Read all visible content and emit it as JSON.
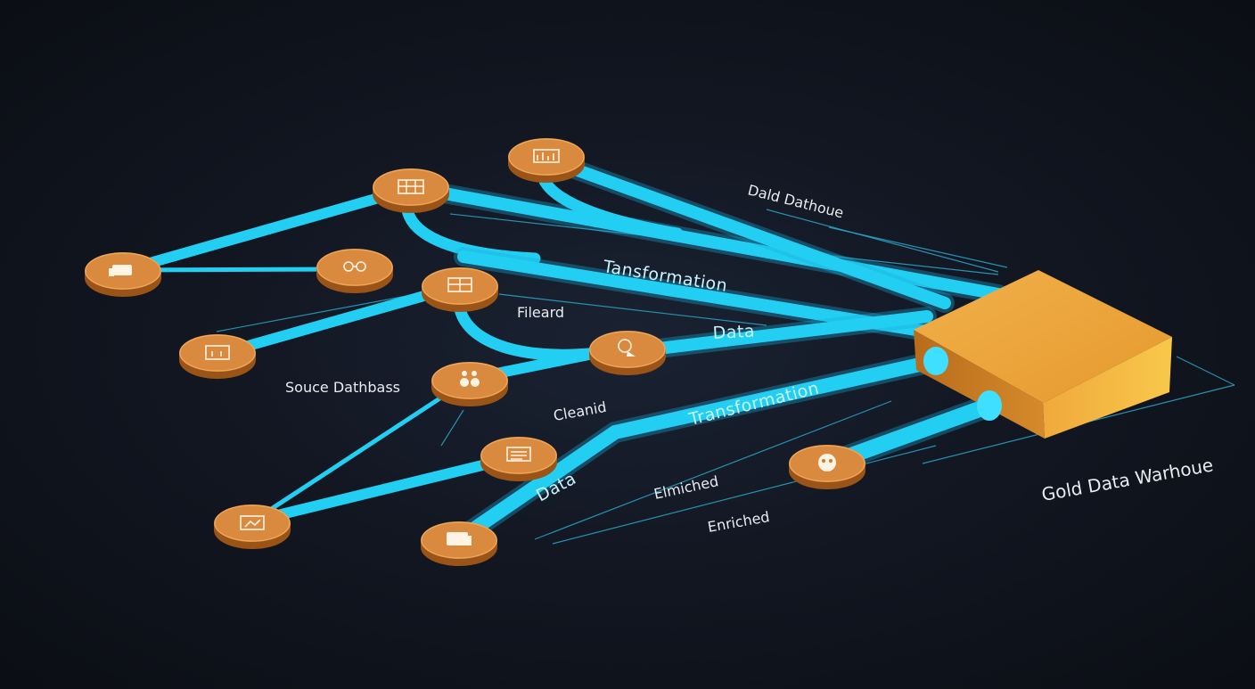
{
  "labels": {
    "source_databases": "Souce Dathbass",
    "gold_data_warehouse": "Gold Data Warhoue",
    "gold_database_top": "Dald Dathoue",
    "filtered": "Fileard",
    "cleaned": "Cleanid",
    "enriched_1": "Elmiched",
    "enriched_2": "Enriched"
  },
  "pipe_labels": {
    "transformation_top": "Tansformation",
    "data_mid": "Data",
    "transformation_bottom": "Transformation",
    "data_bottom": "Data"
  },
  "nodes": [
    {
      "id": "node-top",
      "icon": "bars-icon"
    },
    {
      "id": "node-upper",
      "icon": "grid-icon"
    },
    {
      "id": "node-left",
      "icon": "database-icon"
    },
    {
      "id": "node-link",
      "icon": "link-icon"
    },
    {
      "id": "node-mid",
      "icon": "table-icon"
    },
    {
      "id": "node-source",
      "icon": "document-icon"
    },
    {
      "id": "node-search",
      "icon": "search-icon"
    },
    {
      "id": "node-people",
      "icon": "people-icon"
    },
    {
      "id": "node-low-mid",
      "icon": "list-icon"
    },
    {
      "id": "node-low-left",
      "icon": "chart-icon"
    },
    {
      "id": "node-bottom",
      "icon": "server-icon"
    },
    {
      "id": "node-right",
      "icon": "face-icon"
    }
  ],
  "colors": {
    "background": "#121722",
    "pipe": "#22cff3",
    "node": "#d98a3e",
    "warehouse": "#f0a53a",
    "label": "#e9edf2"
  }
}
